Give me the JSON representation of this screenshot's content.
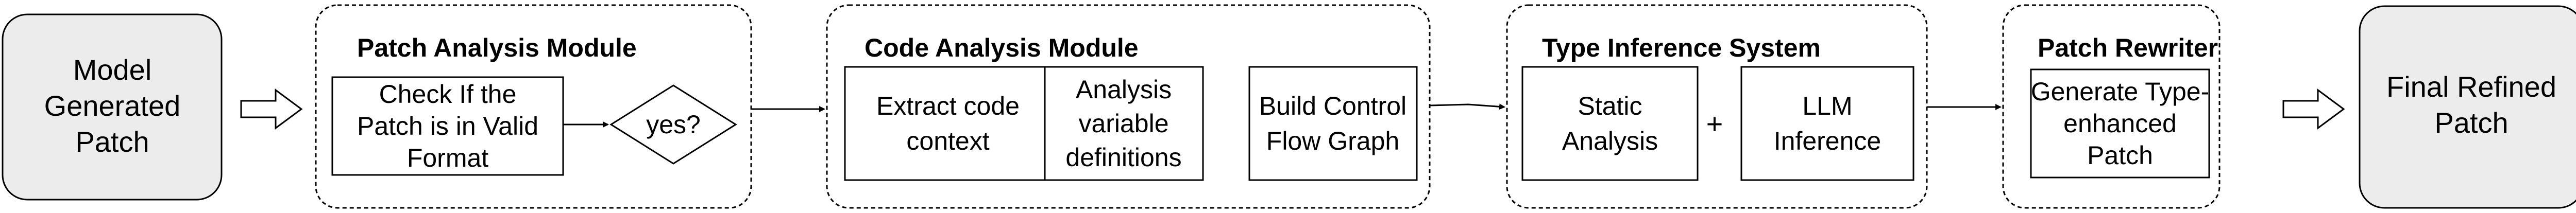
{
  "nodes": {
    "input": {
      "lines": [
        "Model",
        "Generated",
        "Patch"
      ],
      "fill": "#ececec"
    },
    "output": {
      "lines": [
        "Final Refined",
        "Patch"
      ],
      "fill": "#ececec"
    },
    "check_format": {
      "lines": [
        "Check If the",
        "Patch is in Valid",
        "Format"
      ]
    },
    "decision": {
      "lines": [
        "yes?"
      ]
    },
    "extract_context": {
      "lines": [
        "Extract code",
        "context"
      ]
    },
    "analysis_definitions": {
      "lines": [
        "Analysis",
        "variable",
        "definitions"
      ]
    },
    "build_cfg": {
      "lines": [
        "Build Control",
        "Flow Graph"
      ]
    },
    "static_analysis": {
      "lines": [
        "Static",
        "Analysis"
      ]
    },
    "llm_inference": {
      "lines": [
        "LLM",
        "Inference"
      ]
    },
    "generate_patch": {
      "lines": [
        "Generate Type-",
        "enhanced",
        "Patch"
      ]
    }
  },
  "modules": {
    "patch_analysis": {
      "title": "Patch Analysis Module"
    },
    "code_analysis": {
      "title": "Code Analysis Module"
    },
    "type_inference": {
      "title": "Type Inference System"
    },
    "patch_rewriter": {
      "title": "Patch Rewriter"
    }
  },
  "operators": {
    "plus": "+"
  },
  "colors": {
    "stroke": "#000000",
    "end_fill": "#ececec",
    "box_fill": "#ffffff"
  }
}
